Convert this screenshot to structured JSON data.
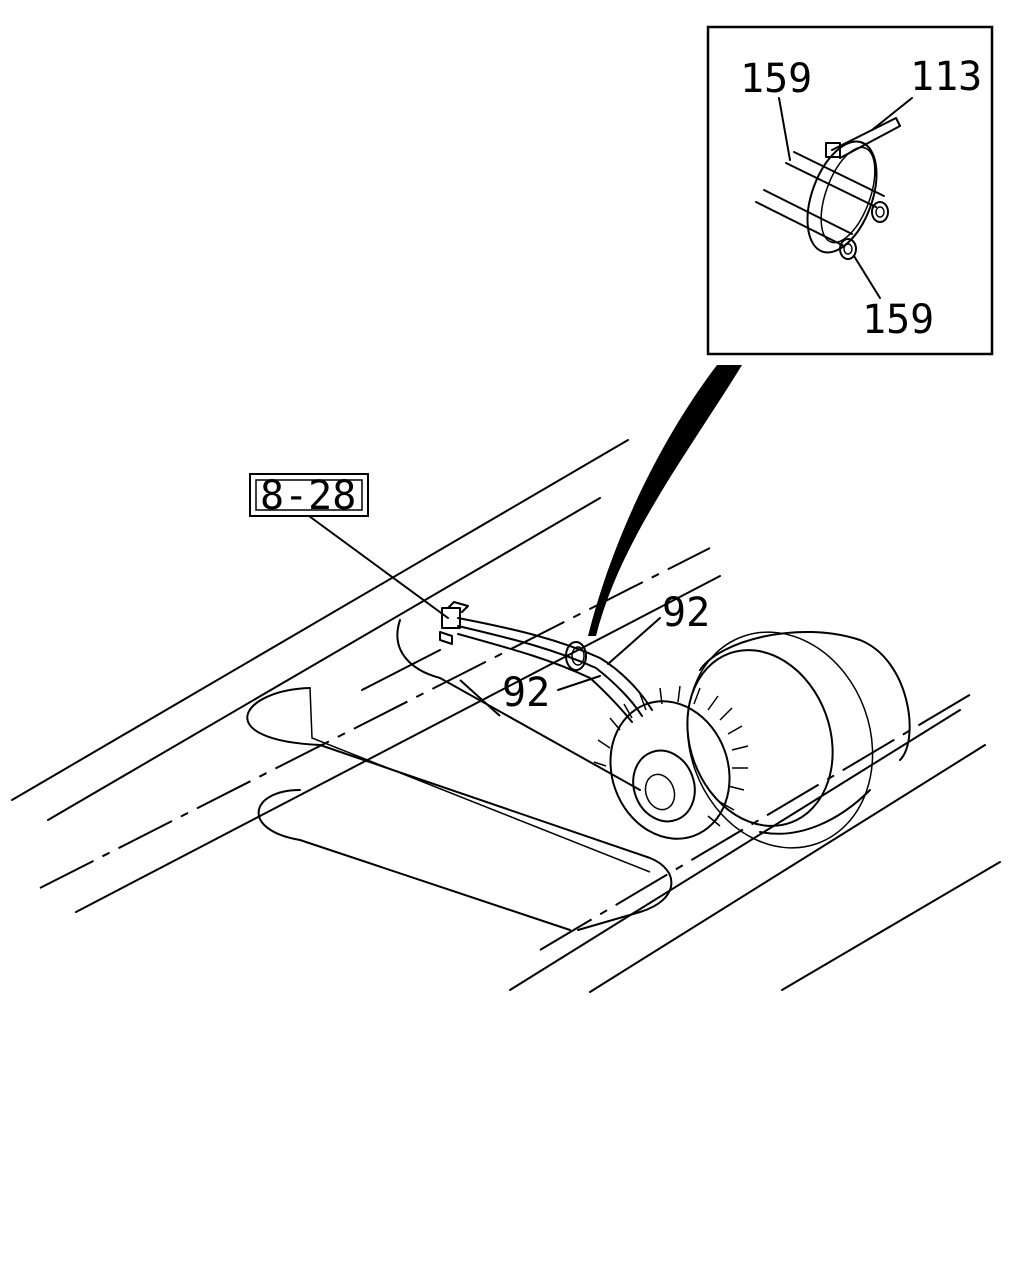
{
  "callouts": {
    "ref_box": "8-28",
    "inset_top_left": "159",
    "inset_top_right": "113",
    "inset_bottom": "159",
    "main_upper": "92",
    "main_lower": "92"
  }
}
